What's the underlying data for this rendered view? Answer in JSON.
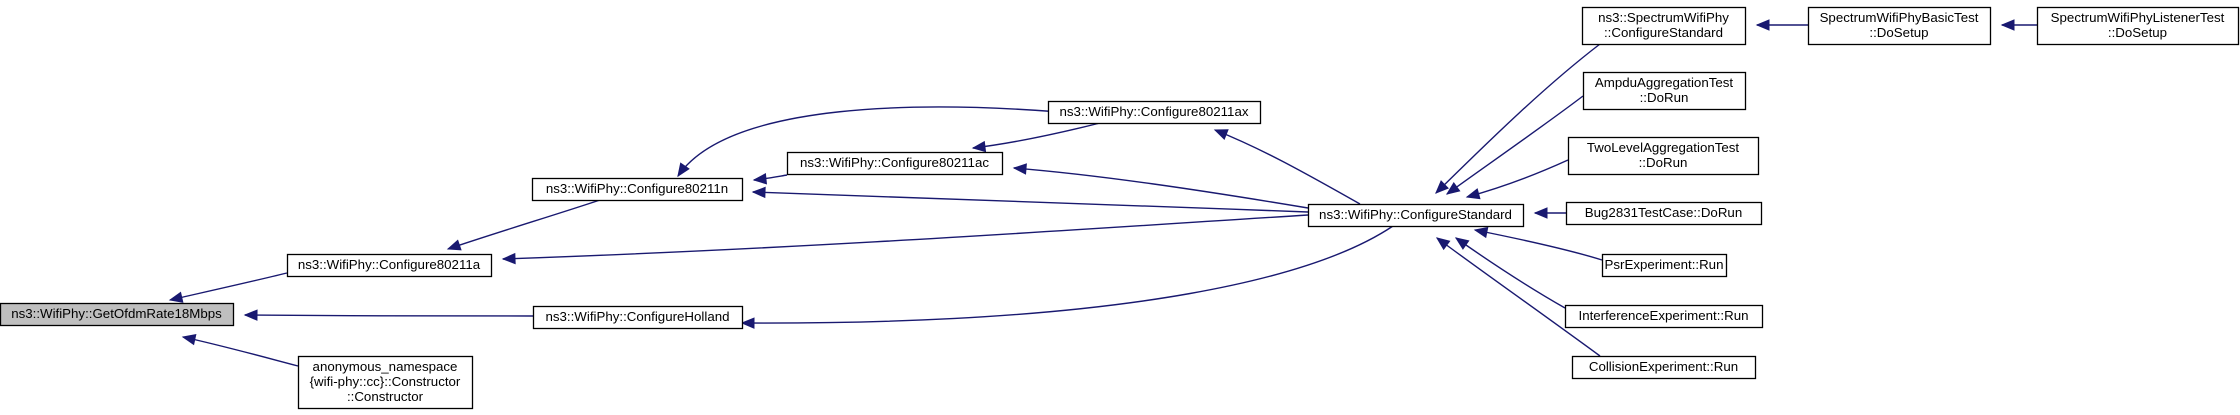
{
  "diagram": {
    "type": "call-graph",
    "colors": {
      "edge": "#191970",
      "node_border": "#000000",
      "node_fill": "#ffffff",
      "root_fill": "#bfbfbf"
    },
    "nodes": [
      {
        "id": "n0",
        "lines": [
          "ns3::WifiPhy::GetOfdmRate18Mbps"
        ],
        "root": true
      },
      {
        "id": "n1",
        "lines": [
          "ns3::WifiPhy::Configure80211a"
        ]
      },
      {
        "id": "n2",
        "lines": [
          "ns3::WifiPhy::ConfigureHolland"
        ]
      },
      {
        "id": "n3",
        "lines": [
          "anonymous_namespace",
          "{wifi-phy::cc}::Constructor",
          "::Constructor"
        ]
      },
      {
        "id": "n4",
        "lines": [
          "ns3::WifiPhy::Configure80211n"
        ]
      },
      {
        "id": "n5",
        "lines": [
          "ns3::WifiPhy::ConfigureStandard"
        ]
      },
      {
        "id": "n6",
        "lines": [
          "ns3::WifiPhy::Configure80211ac"
        ]
      },
      {
        "id": "n7",
        "lines": [
          "ns3::WifiPhy::Configure80211ax"
        ]
      },
      {
        "id": "n8",
        "lines": [
          "ns3::SpectrumWifiPhy",
          "::ConfigureStandard"
        ]
      },
      {
        "id": "n9",
        "lines": [
          "AmpduAggregationTest",
          "::DoRun"
        ]
      },
      {
        "id": "n10",
        "lines": [
          "TwoLevelAggregationTest",
          "::DoRun"
        ]
      },
      {
        "id": "n11",
        "lines": [
          "Bug2831TestCase::DoRun"
        ]
      },
      {
        "id": "n12",
        "lines": [
          "PsrExperiment::Run"
        ]
      },
      {
        "id": "n13",
        "lines": [
          "InterferenceExperiment::Run"
        ]
      },
      {
        "id": "n14",
        "lines": [
          "CollisionExperiment::Run"
        ]
      },
      {
        "id": "n15",
        "lines": [
          "SpectrumWifiPhyBasicTest",
          "::DoSetup"
        ]
      },
      {
        "id": "n16",
        "lines": [
          "SpectrumWifiPhyListenerTest",
          "::DoSetup"
        ]
      }
    ],
    "edges": [
      {
        "from": "n1",
        "to": "n0"
      },
      {
        "from": "n2",
        "to": "n0"
      },
      {
        "from": "n3",
        "to": "n0"
      },
      {
        "from": "n4",
        "to": "n1"
      },
      {
        "from": "n5",
        "to": "n1"
      },
      {
        "from": "n5",
        "to": "n2"
      },
      {
        "from": "n6",
        "to": "n4"
      },
      {
        "from": "n7",
        "to": "n4"
      },
      {
        "from": "n5",
        "to": "n4"
      },
      {
        "from": "n7",
        "to": "n6"
      },
      {
        "from": "n5",
        "to": "n6"
      },
      {
        "from": "n5",
        "to": "n7"
      },
      {
        "from": "n8",
        "to": "n5"
      },
      {
        "from": "n9",
        "to": "n5"
      },
      {
        "from": "n10",
        "to": "n5"
      },
      {
        "from": "n11",
        "to": "n5"
      },
      {
        "from": "n12",
        "to": "n5"
      },
      {
        "from": "n13",
        "to": "n5"
      },
      {
        "from": "n14",
        "to": "n5"
      },
      {
        "from": "n15",
        "to": "n8"
      },
      {
        "from": "n16",
        "to": "n15"
      }
    ]
  }
}
